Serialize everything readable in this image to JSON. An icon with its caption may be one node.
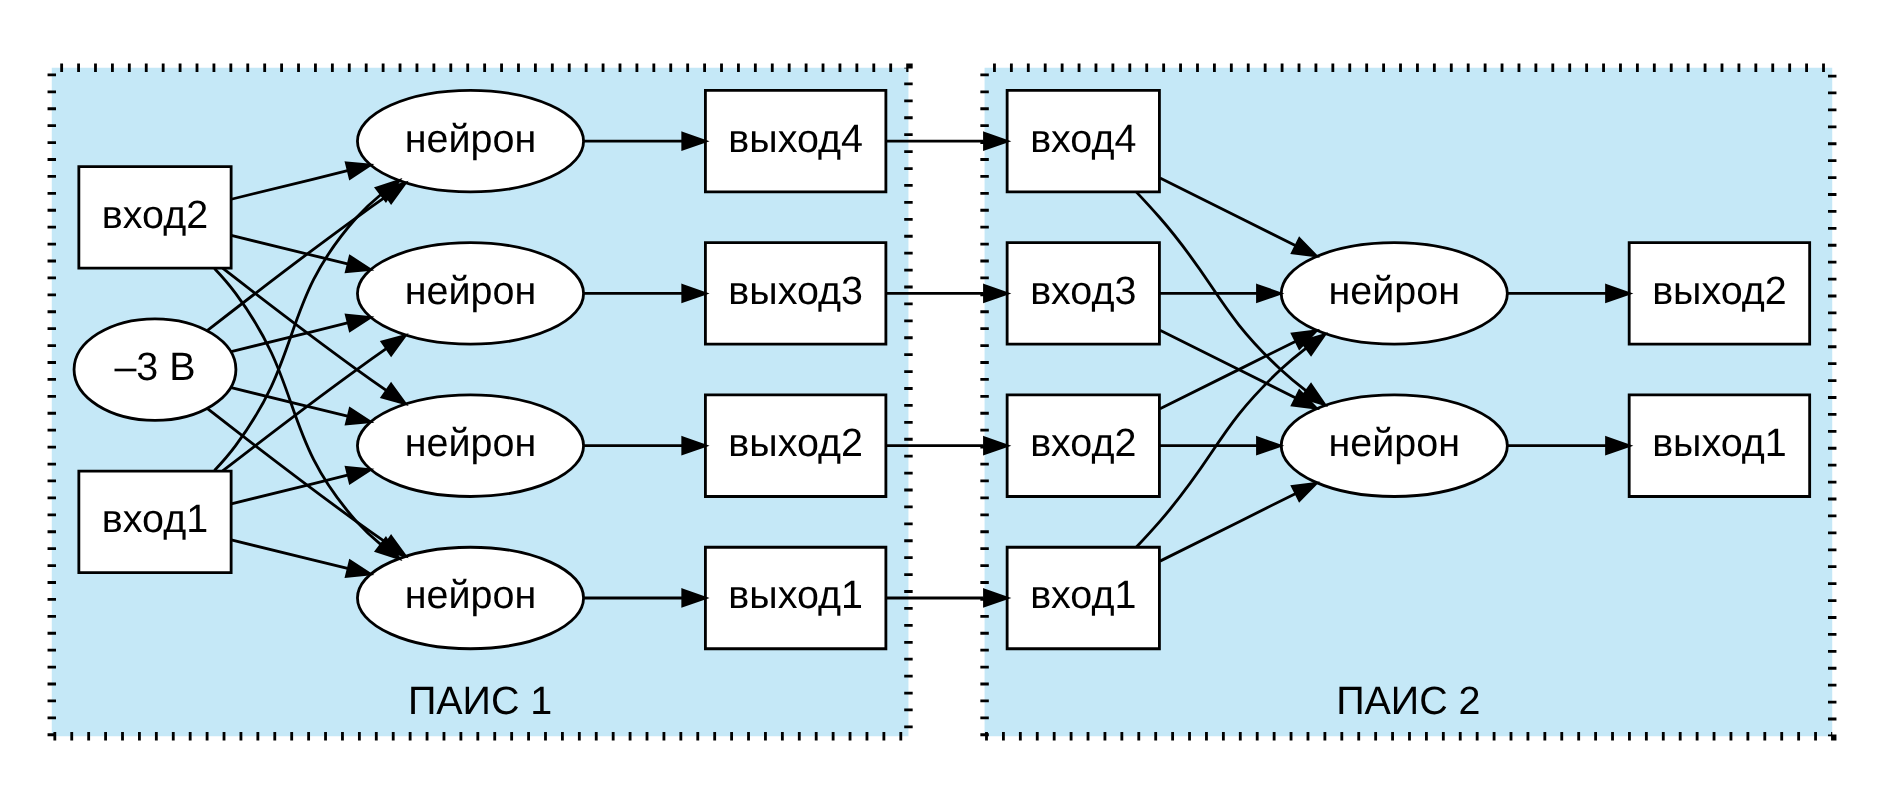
{
  "diagram": {
    "nodes": [
      {
        "text": [
          "ПАИС 1"
        ]
      },
      {
        "text": [
          "вход1"
        ],
        "in": 0
      },
      {
        "text": [
          "вход2"
        ],
        "in": 0
      },
      {
        "text": [
          "–3 В"
        ],
        "in": 0
      },
      {
        "text": [
          "нейрон"
        ],
        "in": 0
      },
      {
        "text": [
          "нейрон"
        ],
        "in": 0
      },
      {
        "text": [
          "нейрон"
        ],
        "in": 0
      },
      {
        "text": [
          "нейрон"
        ],
        "in": 0
      },
      {
        "text": [
          "выход1"
        ],
        "in": 0
      },
      {
        "text": [
          "выход2"
        ],
        "in": 0
      },
      {
        "text": [
          "выход3"
        ],
        "in": 0
      },
      {
        "text": [
          "выход4"
        ],
        "in": 0
      },
      {
        "text": [
          "ПАИС 2"
        ]
      },
      {
        "text": [
          "вход1"
        ],
        "in": 12
      },
      {
        "text": [
          "вход2"
        ],
        "in": 12
      },
      {
        "text": [
          "вход3"
        ],
        "in": 12
      },
      {
        "text": [
          "вход4"
        ],
        "in": 12
      },
      {
        "text": [
          "нейрон"
        ],
        "in": 12
      },
      {
        "text": [
          "нейрон"
        ],
        "in": 12
      },
      {
        "text": [
          "выход1"
        ],
        "in": 12
      },
      {
        "text": [
          "выход2"
        ],
        "in": 12
      }
    ],
    "edges": [
      {
        "from": 1,
        "to": 4,
        "arrow": "to"
      },
      {
        "from": 1,
        "to": 5,
        "arrow": "to"
      },
      {
        "from": 1,
        "to": 6,
        "arrow": "to"
      },
      {
        "from": 1,
        "to": 7,
        "arrow": "to"
      },
      {
        "from": 2,
        "to": 4,
        "arrow": "to"
      },
      {
        "from": 2,
        "to": 5,
        "arrow": "to"
      },
      {
        "from": 2,
        "to": 6,
        "arrow": "to"
      },
      {
        "from": 2,
        "to": 7,
        "arrow": "to"
      },
      {
        "from": 3,
        "to": 4,
        "arrow": "to"
      },
      {
        "from": 3,
        "to": 5,
        "arrow": "to"
      },
      {
        "from": 3,
        "to": 6,
        "arrow": "to"
      },
      {
        "from": 3,
        "to": 7,
        "arrow": "to"
      },
      {
        "from": 4,
        "to": 8,
        "arrow": "to"
      },
      {
        "from": 5,
        "to": 9,
        "arrow": "to"
      },
      {
        "from": 6,
        "to": 10,
        "arrow": "to"
      },
      {
        "from": 7,
        "to": 11,
        "arrow": "to"
      },
      {
        "from": 8,
        "to": 13,
        "arrow": "to"
      },
      {
        "from": 9,
        "to": 14,
        "arrow": "to"
      },
      {
        "from": 10,
        "to": 15,
        "arrow": "to"
      },
      {
        "from": 11,
        "to": 16,
        "arrow": "to"
      },
      {
        "from": 13,
        "to": 17,
        "arrow": "to"
      },
      {
        "from": 13,
        "to": 18,
        "arrow": "to"
      },
      {
        "from": 14,
        "to": 17,
        "arrow": "to"
      },
      {
        "from": 14,
        "to": 18,
        "arrow": "to"
      },
      {
        "from": 15,
        "to": 17,
        "arrow": "to"
      },
      {
        "from": 15,
        "to": 18,
        "arrow": "to"
      },
      {
        "from": 16,
        "to": 17,
        "arrow": "to"
      },
      {
        "from": 16,
        "to": 18,
        "arrow": "to"
      },
      {
        "from": 17,
        "to": 19,
        "arrow": "to"
      },
      {
        "from": 18,
        "to": 20,
        "arrow": "to"
      }
    ]
  }
}
